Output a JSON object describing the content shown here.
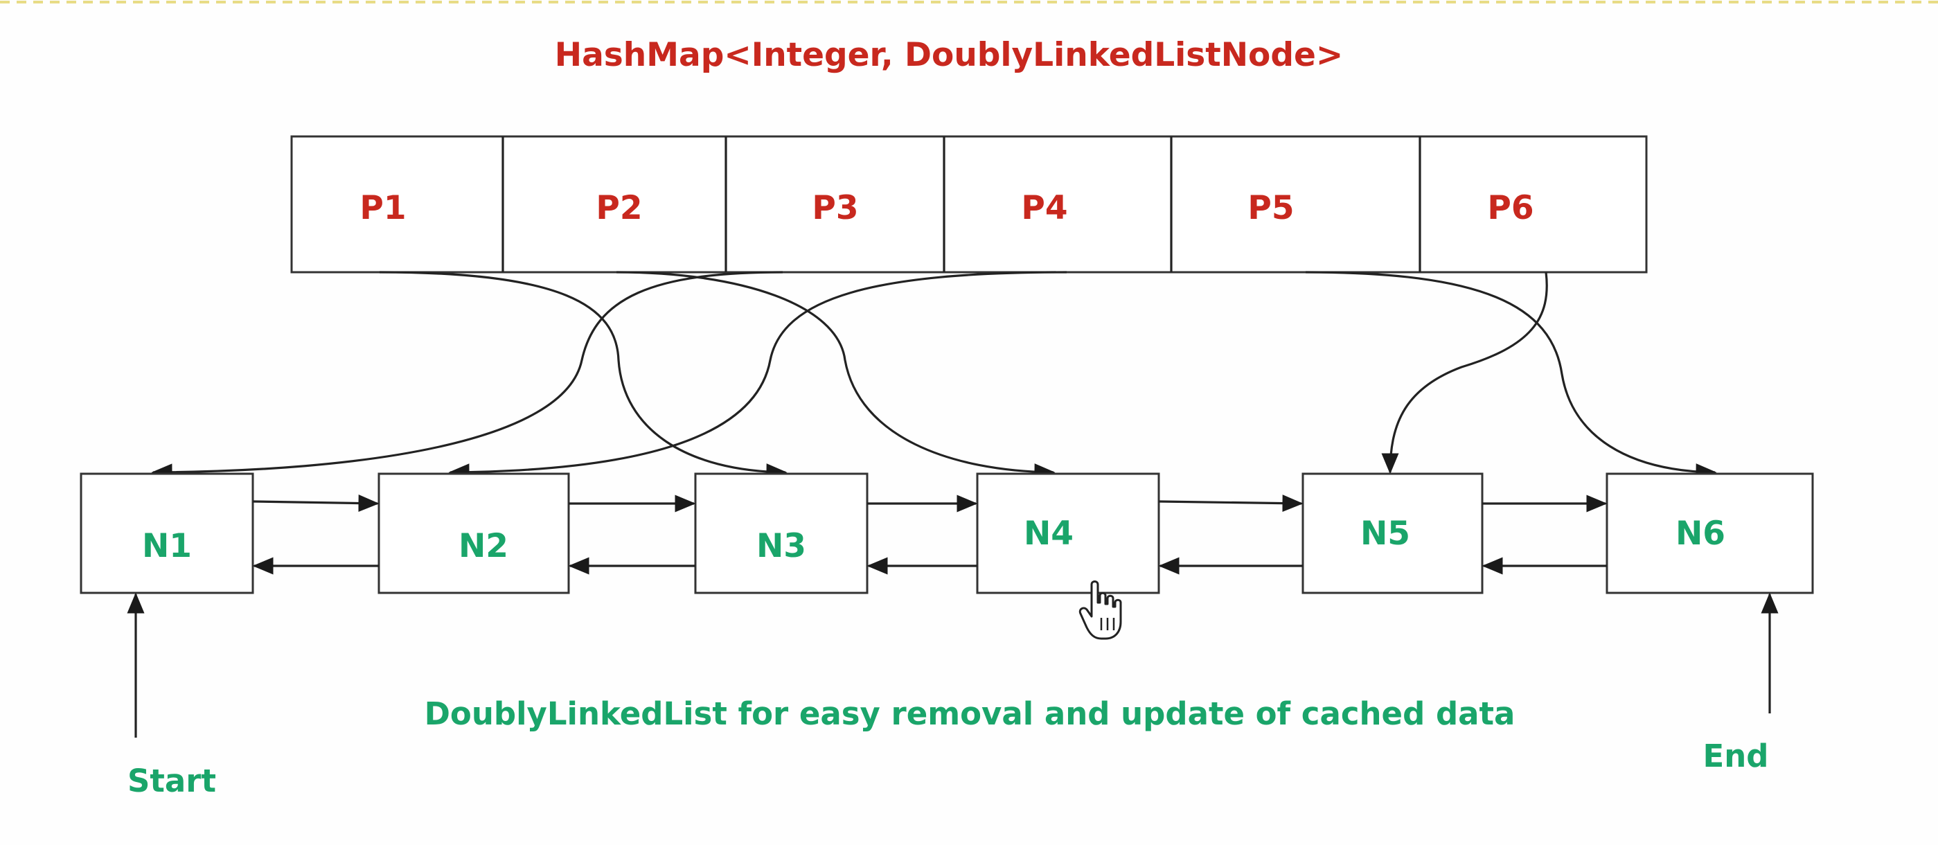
{
  "title": "HashMap<Integer, DoublyLinkedListNode>",
  "hashmap_keys": [
    "P1",
    "P2",
    "P3",
    "P4",
    "P5",
    "P6"
  ],
  "list_nodes": [
    "N1",
    "N2",
    "N3",
    "N4",
    "N5",
    "N6"
  ],
  "caption": "DoublyLinkedList for easy removal and update of cached data",
  "start_label": "Start",
  "end_label": "End",
  "mappings": [
    {
      "from": "P1",
      "to": "N3"
    },
    {
      "from": "P2",
      "to": "N4"
    },
    {
      "from": "P3",
      "to": "N1"
    },
    {
      "from": "P4",
      "to": "N2"
    },
    {
      "from": "P5",
      "to": "N6"
    },
    {
      "from": "P6",
      "to": "N5"
    }
  ],
  "colors": {
    "key_text": "#c8281e",
    "node_text": "#1aa56a",
    "line": "#222222",
    "box_border": "#333333",
    "background": "#fefefe"
  }
}
